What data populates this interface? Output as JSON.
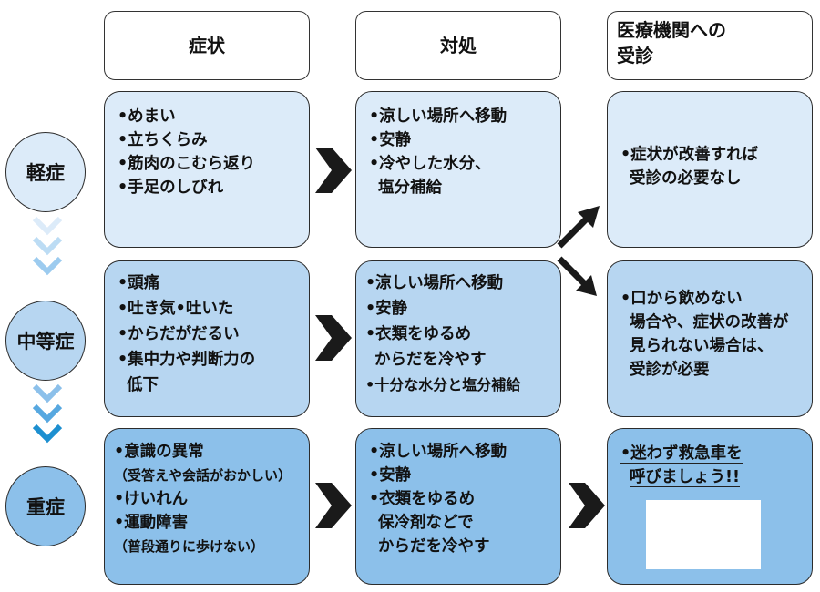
{
  "headers": {
    "symptoms": "症状",
    "treatment": "対処",
    "medical_line1": "医療機関への",
    "medical_line2": "受診"
  },
  "levels": {
    "mild": "軽症",
    "moderate": "中等症",
    "severe": "重症"
  },
  "mild": {
    "symptoms": [
      "•めまい",
      "•立ちくらみ",
      "•筋肉のこむら返り",
      "•手足のしびれ"
    ],
    "treatment": [
      "•涼しい場所へ移動",
      "•安静",
      "•冷やした水分、",
      "塩分補給"
    ],
    "medical": [
      "•症状が改善すれば",
      "受診の必要なし"
    ]
  },
  "moderate": {
    "symptoms": [
      "•頭痛",
      "•吐き気•吐いた",
      "•からだがだるい",
      "•集中力や判断力の",
      "低下"
    ],
    "treatment": [
      "•涼しい場所へ移動",
      "•安静",
      "•衣類をゆるめ",
      "からだを冷やす",
      "•十分な水分と塩分補給"
    ],
    "medical": [
      "•口から飲めない",
      "場合や、症状の改善が",
      "見られない場合は、",
      "受診が必要"
    ]
  },
  "severe": {
    "symptoms": [
      "•意識の異常",
      "（受答えや会話がおかしい）",
      "•けいれん",
      "•運動障害",
      "（普段通りに歩けない）"
    ],
    "treatment": [
      "•涼しい場所へ移動",
      "•安静",
      "•衣類をゆるめ",
      "保冷剤などで",
      "からだを冷やす"
    ],
    "medical": [
      "•迷わず救急車を",
      "呼びましょう!!"
    ]
  },
  "colors": {
    "mild_fill": "#dcebf9",
    "moderate_fill": "#b7d6f1",
    "severe_fill": "#8cc0ea",
    "arrow": "#1a1a1a",
    "chevron_light": "#bcdcf4",
    "chevron_dark": "#1d8fd0"
  }
}
